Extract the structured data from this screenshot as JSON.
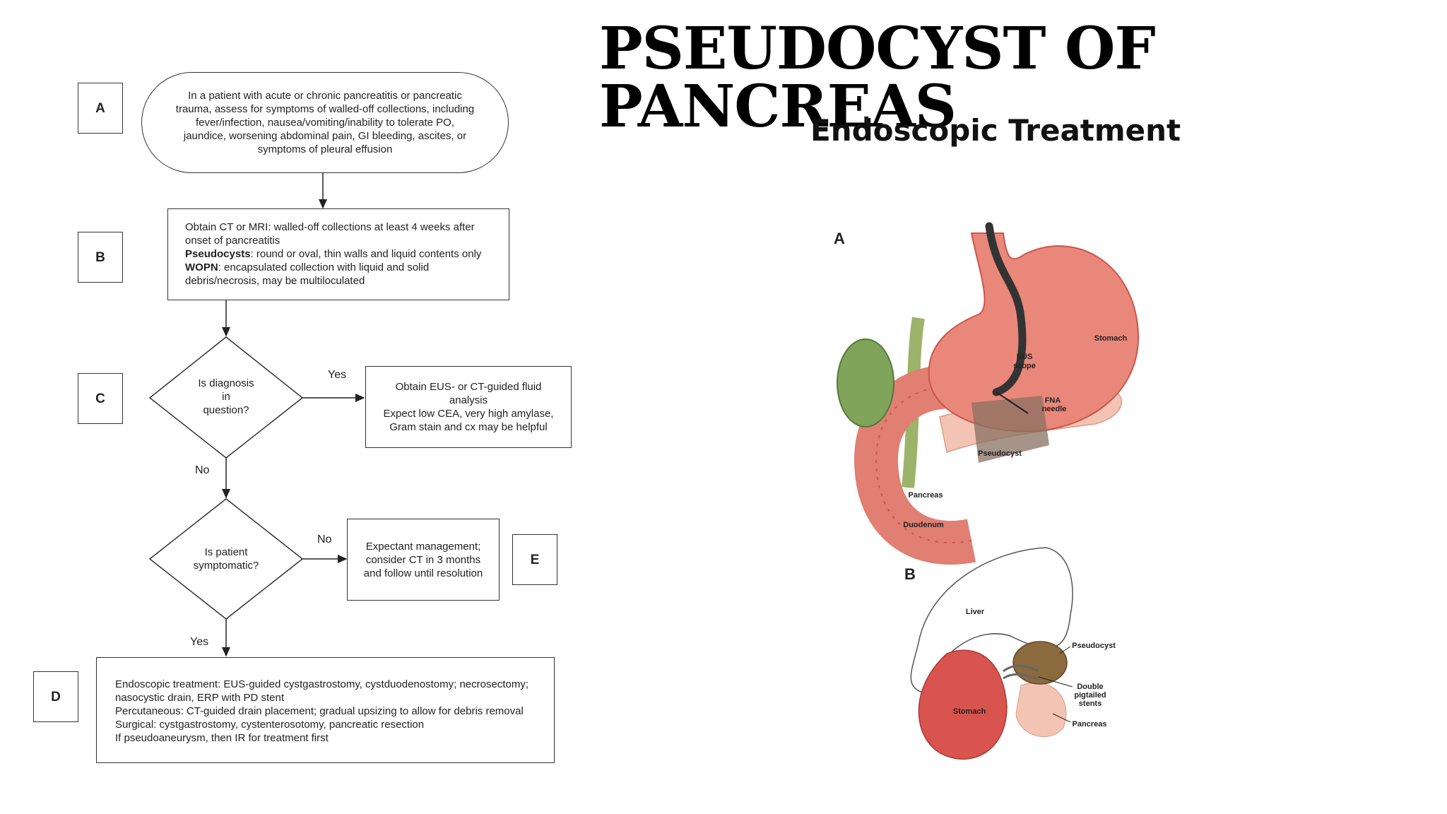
{
  "title": {
    "line1": "PSEUDOCYST OF",
    "line2": "PANCREAS"
  },
  "subtitle": "Endoscopic Treatment",
  "flowchart": {
    "letters": {
      "a": "A",
      "b": "B",
      "c": "C",
      "d": "D",
      "e": "E"
    },
    "step_a": [
      "In a patient with acute or chronic pancreatitis or pancreatic",
      "trauma, assess for symptoms of walled-off collections, including",
      "fever/infection, nausea/vomiting/inability to tolerate PO,",
      "jaundice, worsening abdominal pain, GI bleeding, ascites, or",
      "symptoms of pleural effusion"
    ],
    "step_b": {
      "line1": "Obtain CT or MRI: walled-off collections at least 4 weeks after",
      "line2": "onset of pancreatitis",
      "pseudo_label": "Pseudocysts",
      "pseudo_text": ": round or oval, thin walls and liquid contents only",
      "wopn_label": "WOPN",
      "wopn_text": ": encapsulated collection with liquid and solid",
      "line5": "debris/necrosis, may be multiloculated"
    },
    "decision_c": [
      "Is diagnosis",
      "in",
      "question?"
    ],
    "yes_label": "Yes",
    "no_label": "No",
    "step_c_yes": [
      "Obtain EUS- or CT-guided fluid",
      "analysis",
      "Expect low CEA, very high amylase,",
      "Gram stain and cx may be helpful"
    ],
    "decision_symptomatic": [
      "Is patient",
      "symptomatic?"
    ],
    "step_e": [
      "Expectant management;",
      "consider CT in 3 months",
      "and follow until resolution"
    ],
    "step_d": [
      "Endoscopic treatment: EUS-guided cystgastrostomy, cystduodenostomy; necrosectomy;",
      "nasocystic drain, ERP with PD stent",
      "Percutaneous: CT-guided drain placement; gradual upsizing to allow for debris removal",
      "Surgical: cystgastrostomy, cystenterosotomy, pancreatic resection",
      "If pseudoaneurysm, then IR for treatment first"
    ]
  },
  "illustration": {
    "panel_a": "A",
    "panel_b": "B",
    "labels_a": {
      "stomach": "Stomach",
      "eus": "EUS",
      "scope": "scope",
      "fna": "FNA",
      "needle": "needle",
      "pseudocyst": "Pseudocyst",
      "pancreas": "Pancreas",
      "duodenum": "Duodenum"
    },
    "labels_b": {
      "liver": "Liver",
      "pseudocyst": "Pseudocyst",
      "double": "Double",
      "pigtailed": "pigtailed",
      "stents": "stents",
      "stomach": "Stomach",
      "pancreas": "Pancreas"
    }
  },
  "colors": {
    "stomach": "#e9877a",
    "stomach_dark": "#c9574b",
    "duodenum": "#e07f72",
    "gallbladder": "#7fa45a",
    "pancreas": "#f3c4b3",
    "pseudocyst": "#8b6a3e",
    "scope": "#333333"
  }
}
